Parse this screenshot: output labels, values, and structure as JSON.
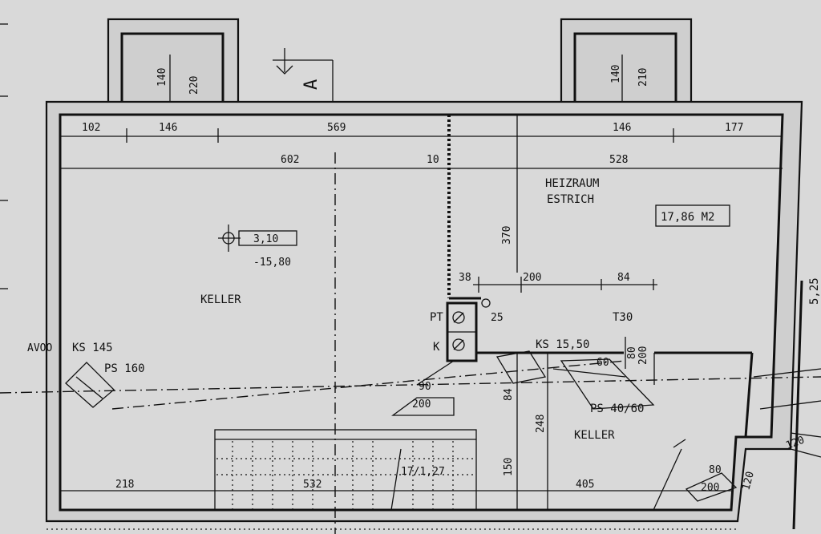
{
  "rooms": {
    "keller_left": "KELLER",
    "keller_right": "KELLER",
    "heizraum_line1": "HEIZRAUM",
    "heizraum_line2": "ESTRICH",
    "area": "17,86 M2"
  },
  "windows": {
    "left": {
      "w": "140",
      "h": "220"
    },
    "right": {
      "w": "140",
      "h": "210"
    }
  },
  "section_mark": "A",
  "dimensions": {
    "top_row": [
      "102",
      "146",
      "569",
      "146",
      "177"
    ],
    "second_row": [
      "602",
      "10",
      "528"
    ],
    "vertical_370": "370",
    "d38": "38",
    "d200": "200",
    "d84": "84",
    "d25": "25",
    "t30": "T30",
    "v80": "80",
    "v200": "200",
    "d90": "90",
    "d200_stair": "200",
    "v84": "84",
    "v248": "248",
    "v150": "150",
    "d218": "218",
    "d532": "532",
    "d405": "405",
    "d80_br": "80",
    "d200_br": "200",
    "d120_br": "120",
    "d525": "5,25",
    "d120_corner": "120"
  },
  "level": {
    "value": "3,10",
    "sub": "-15,80"
  },
  "shafts": {
    "pt": "PT",
    "k": "K"
  },
  "annotations": {
    "ks145": "KS 145",
    "ps160": "PS 160",
    "avoo": "AVOO",
    "ks1550": "KS 15,50",
    "d60": "60",
    "ps4060": "PS 40/60",
    "stairs": "17/1,27"
  },
  "icons": [
    "level-marker-icon",
    "drain-circle-icon"
  ]
}
